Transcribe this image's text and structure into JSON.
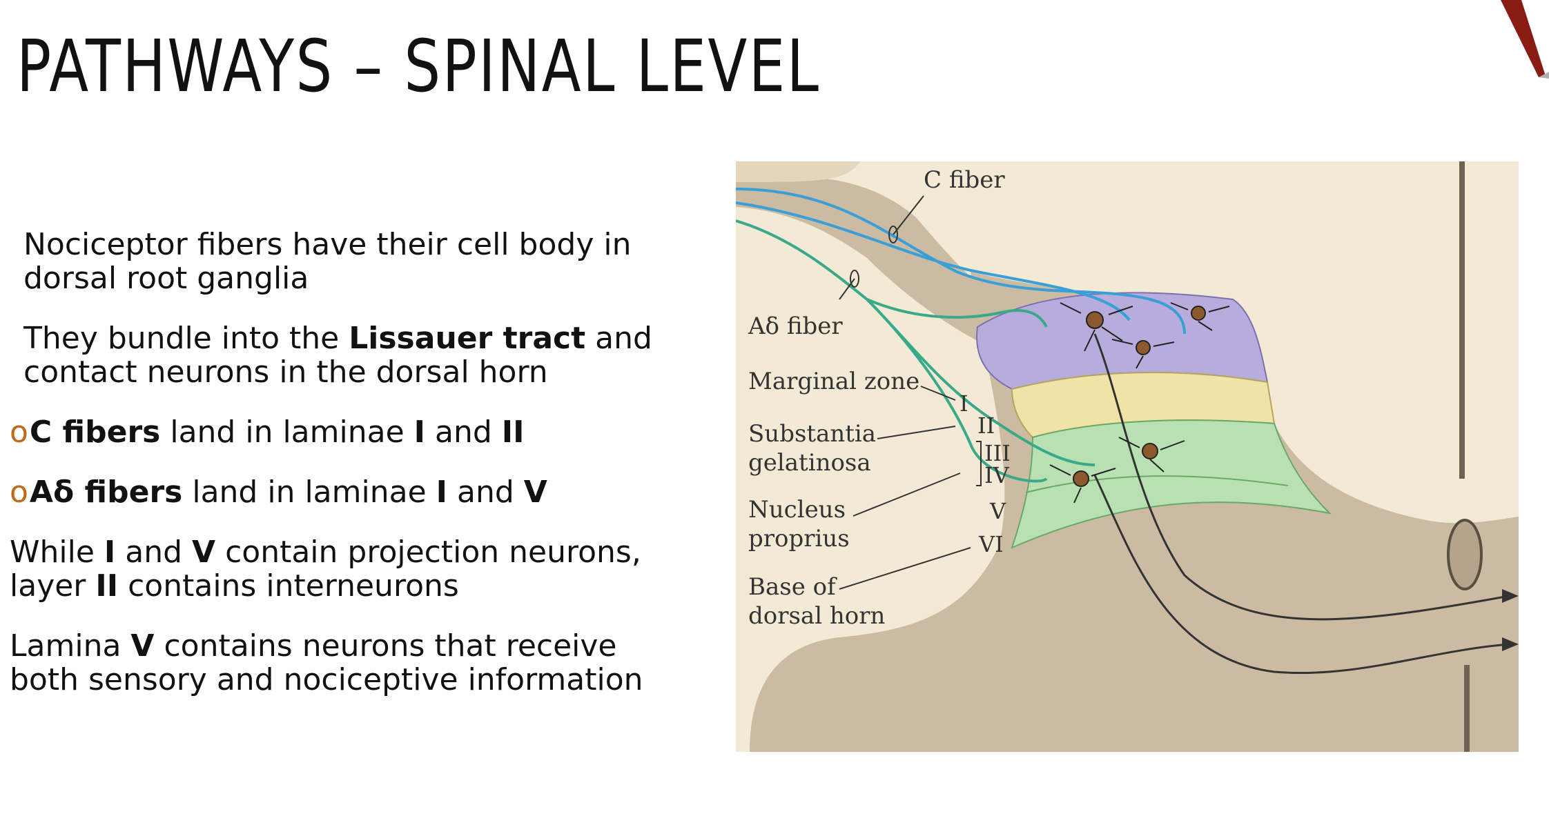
{
  "slide": {
    "title": "PATHWAYS – SPINAL LEVEL",
    "paragraphs": {
      "p1": "Nociceptor fibers have their cell body in dorsal root ganglia",
      "p2a": "They bundle into the ",
      "p2b": "Lissauer tract",
      "p2c": " and contact neurons in the dorsal horn",
      "b1_mark": "o",
      "b1a": "C fibers",
      "b1b": " land in laminae ",
      "b1c": "I",
      "b1d": " and ",
      "b1e": "II",
      "b2_mark": "o",
      "b2a": "Aδ fibers",
      "b2b": " land in laminae ",
      "b2c": "I",
      "b2d": " and ",
      "b2e": "V",
      "p3a": "While ",
      "p3b": "I",
      "p3c": " and ",
      "p3d": "V",
      "p3e": " contain projection neurons, layer ",
      "p3f": "II",
      "p3g": " contains interneurons",
      "p4a": "Lamina ",
      "p4b": "V",
      "p4c": " contains neurons that receive both sensory and nociceptive information"
    }
  },
  "figure": {
    "labels": {
      "c_fiber": "C fiber",
      "ad_fiber": "Aδ fiber",
      "marginal_zone": "Marginal zone",
      "substantia_1": "Substantia",
      "substantia_2": "gelatinosa",
      "nucleus_1": "Nucleus",
      "nucleus_2": "proprius",
      "base_1": "Base of",
      "base_2": "dorsal horn"
    },
    "laminae": [
      "I",
      "II",
      "III",
      "IV",
      "V",
      "VI"
    ],
    "colors": {
      "tissue": "#cbbba3",
      "background": "#f3ead6",
      "lamina_purple": "#b7addd",
      "lamina_yellow": "#f0e3a8",
      "lamina_green": "#b9e0b2",
      "c_fiber": "#3a9fd6",
      "ad_fiber": "#3aa98a"
    }
  }
}
